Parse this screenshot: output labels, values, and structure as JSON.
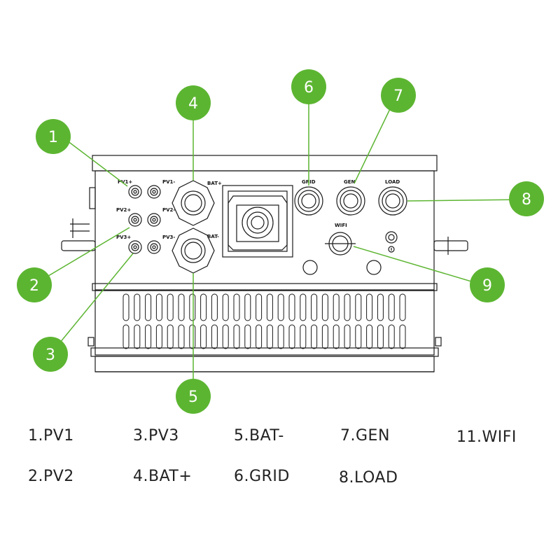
{
  "colors": {
    "badge_fill": "#5cb531",
    "badge_text": "#ffffff",
    "line_art": "#1a1a1a",
    "leader_line": "#5cb531"
  },
  "panel_labels": {
    "pv1_plus": "PV1+",
    "pv1_minus": "PV1-",
    "pv2_plus": "PV2+",
    "pv2_minus": "PV2-",
    "pv3_plus": "PV3+",
    "pv3_minus": "PV3-",
    "bat_plus": "BAT+",
    "bat_minus": "BAT-",
    "grid": "GRID",
    "gen": "GEN",
    "load": "LOAD",
    "wifi": "WIFI"
  },
  "badges": [
    "1",
    "2",
    "3",
    "4",
    "5",
    "6",
    "7",
    "8",
    "9"
  ],
  "legend": [
    "1.PV1",
    "3.PV3",
    "5.BAT-",
    "7.GEN",
    "11.WIFI",
    "2.PV2",
    "4.BAT+",
    "6.GRID",
    "8.LOAD"
  ]
}
